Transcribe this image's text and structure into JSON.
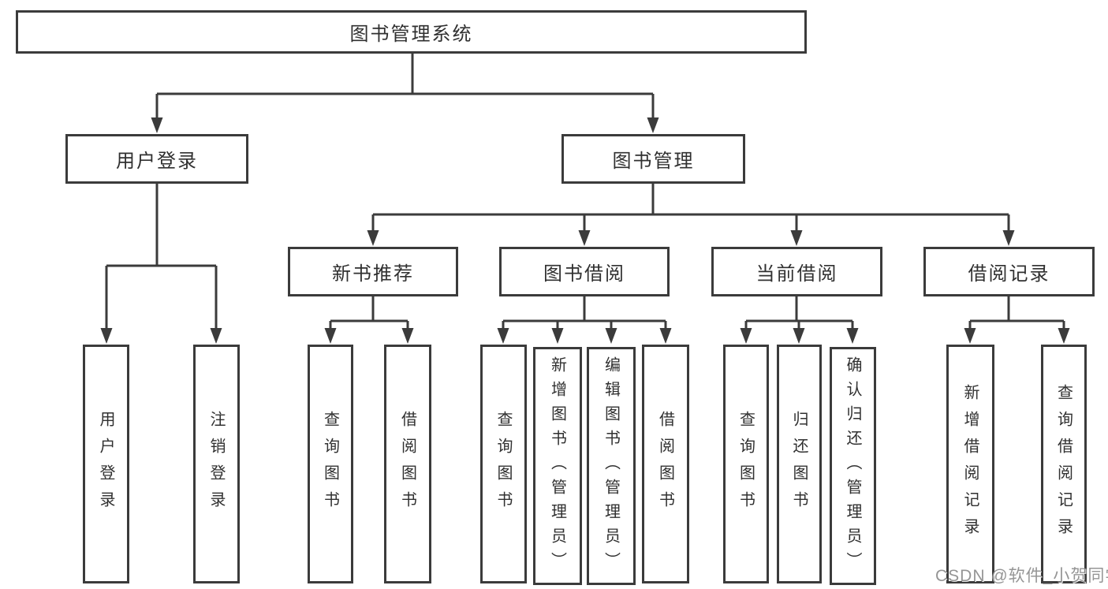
{
  "diagram": {
    "root": {
      "label": "图书管理系统"
    },
    "level2": [
      {
        "label": "用户登录"
      },
      {
        "label": "图书管理"
      }
    ],
    "level3": [
      {
        "label": "新书推荐"
      },
      {
        "label": "图书借阅"
      },
      {
        "label": "当前借阅"
      },
      {
        "label": "借阅记录"
      }
    ],
    "leaves": {
      "user_login": [
        "用户登录",
        "注销登录"
      ],
      "new_book": [
        "查询图书",
        "借阅图书"
      ],
      "borrow": [
        "查询图书",
        "新增图书（管理员）",
        "编辑图书（管理员）",
        "借阅图书"
      ],
      "current": [
        "查询图书",
        "归还图书",
        "确认归还（管理员）"
      ],
      "records": [
        "新增借阅记录",
        "查询借阅记录"
      ]
    }
  },
  "watermark": {
    "text": "CSDN @软件_小贺同学"
  },
  "colors": {
    "line": "#3b3b3b",
    "text": "#303030",
    "background": "#ffffff",
    "watermark": "#868686"
  }
}
